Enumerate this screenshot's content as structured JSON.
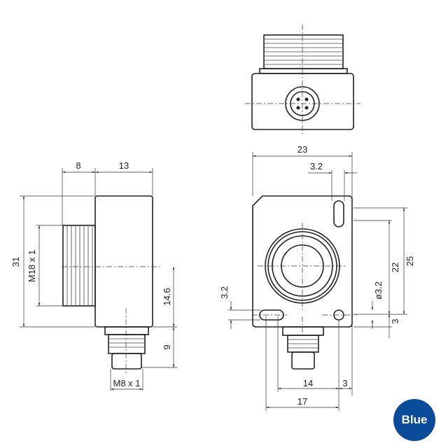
{
  "dimensions": {
    "side_top_left": "8",
    "side_top_right": "13",
    "side_height": "31",
    "side_thread": "M18 x 1",
    "side_center_height": "14.6",
    "side_connector_length": "9",
    "side_connector_thread": "M8 x 1",
    "front_width": "23",
    "front_slot_offset": "3.2",
    "front_height_outer": "25",
    "front_height_inner": "22",
    "front_hole_diameter": "ø3.2",
    "front_bottom_offset": "3",
    "front_slot_height": "3.2",
    "front_hole_spacing": "14",
    "front_right_offset": "3",
    "front_slot_spacing": "17"
  },
  "badge": {
    "label": "Blue",
    "color": "#0b4c9a"
  }
}
